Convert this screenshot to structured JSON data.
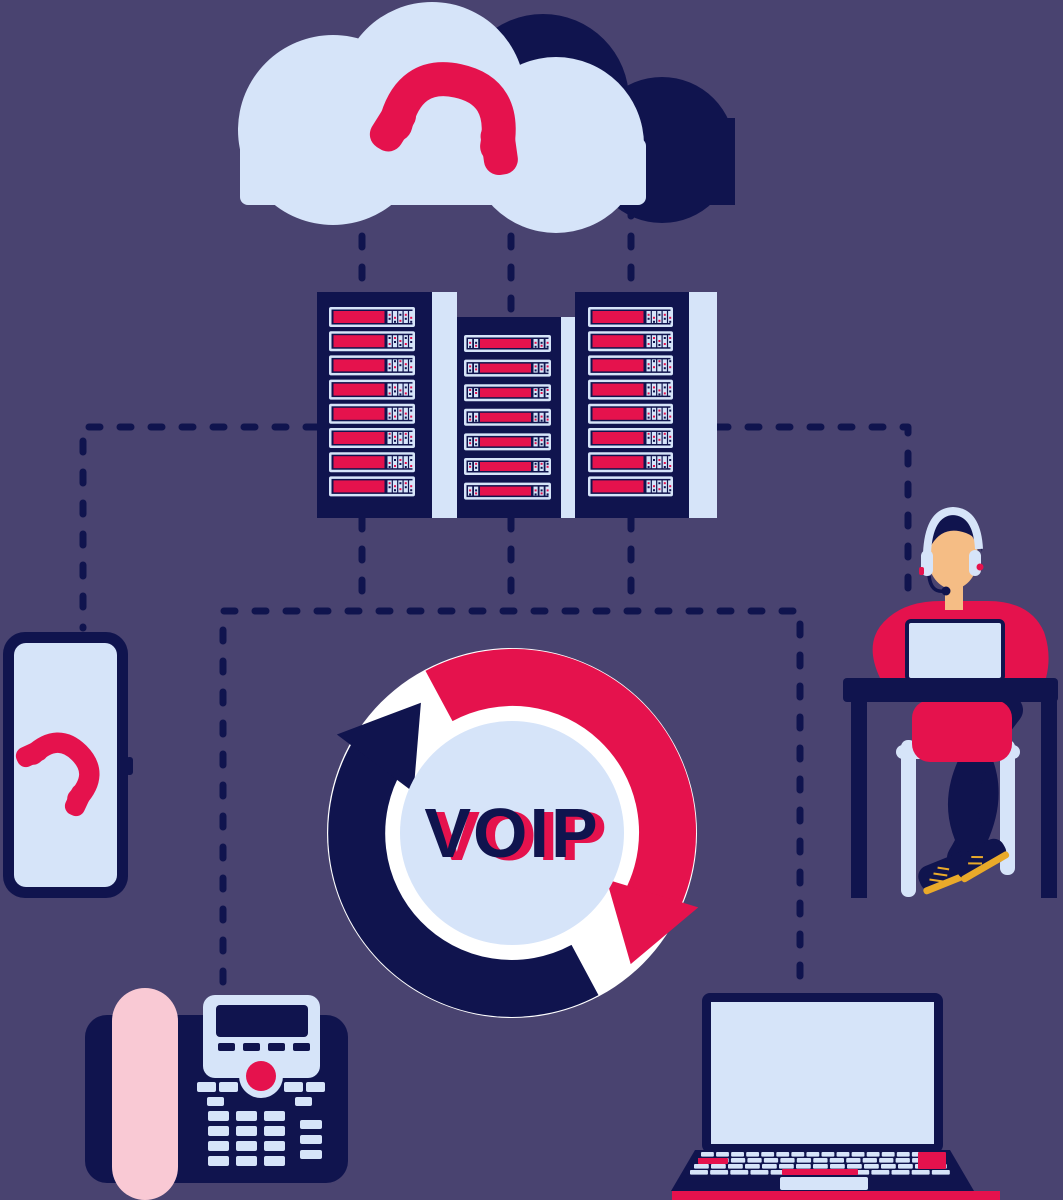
{
  "hub": {
    "label": "VOIP"
  },
  "palette": {
    "background": "#494370",
    "navy": "#10144e",
    "light_blue": "#d6e4f9",
    "white": "#ffffff",
    "red": "#e5124d",
    "pink": "#f9c9d4",
    "skin": "#f5bd85",
    "yellow": "#eaaa2a"
  },
  "icons": [
    "cloud-icon",
    "phone-handset-icon",
    "server-rack-icon",
    "circular-arrows-icon",
    "smartphone-icon",
    "desk-phone-icon",
    "laptop-icon",
    "headset-icon"
  ],
  "racks": [
    {
      "id": "left",
      "units": 8,
      "pattern": "right5"
    },
    {
      "id": "middle",
      "units": 7,
      "pattern": "split"
    },
    {
      "id": "right",
      "units": 8,
      "pattern": "right5"
    }
  ],
  "nodes": [
    {
      "id": "cloud-telephony"
    },
    {
      "id": "server-racks"
    },
    {
      "id": "voip-hub",
      "label": "VOIP"
    },
    {
      "id": "smartphone"
    },
    {
      "id": "desk-phone"
    },
    {
      "id": "laptop"
    },
    {
      "id": "support-agent-desk"
    }
  ]
}
